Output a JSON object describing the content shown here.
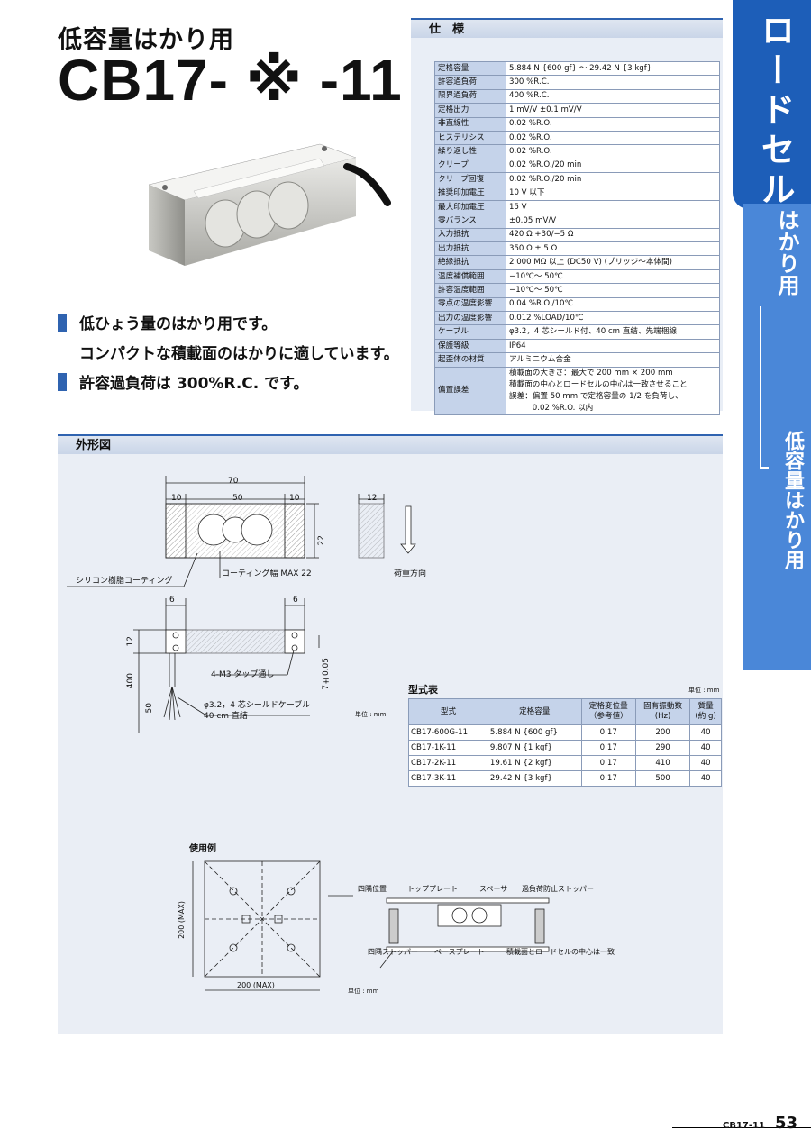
{
  "title": {
    "subtitle": "低容量はかり用",
    "model": "CB17- ※ -11"
  },
  "features": [
    {
      "text": "低ひょう量のはかり用です。",
      "bar": true
    },
    {
      "text": "コンパクトな積載面のはかりに適しています。",
      "bar": false
    },
    {
      "text": "許容過負荷は 300%R.C. です。",
      "bar": true
    }
  ],
  "spec": {
    "heading": "仕　様",
    "rows": [
      [
        "定格容量",
        "5.884 N {600 gf} ～ 29.42 N {3 kgf}"
      ],
      [
        "許容過負荷",
        "300 %R.C."
      ],
      [
        "限界過負荷",
        "400 %R.C."
      ],
      [
        "定格出力",
        "1 mV/V ±0.1 mV/V"
      ],
      [
        "非直線性",
        "0.02 %R.O."
      ],
      [
        "ヒステリシス",
        "0.02 %R.O."
      ],
      [
        "繰り返し性",
        "0.02 %R.O."
      ],
      [
        "クリープ",
        "0.02 %R.O./20 min"
      ],
      [
        "クリープ回復",
        "0.02 %R.O./20 min"
      ],
      [
        "推奨印加電圧",
        "10 V 以下"
      ],
      [
        "最大印加電圧",
        "15 V"
      ],
      [
        "零バランス",
        "±0.05 mV/V"
      ],
      [
        "入力抵抗",
        "420 Ω +30/−5 Ω"
      ],
      [
        "出力抵抗",
        "350 Ω ± 5 Ω"
      ],
      [
        "絶縁抵抗",
        "2 000 MΩ 以上 (DC50 V) (ブリッジ～本体間)"
      ],
      [
        "温度補償範囲",
        "−10℃～ 50℃"
      ],
      [
        "許容温度範囲",
        "−10℃～ 50℃"
      ],
      [
        "零点の温度影響",
        "0.04 %R.O./10℃"
      ],
      [
        "出力の温度影響",
        "0.012 %LOAD/10℃"
      ],
      [
        "ケーブル",
        "φ3.2，4 芯シールド付、40 cm 直結、先端梱線"
      ],
      [
        "保護等級",
        "IP64"
      ],
      [
        "起歪体の材質",
        "アルミニウム合金"
      ],
      [
        "偏置誤差",
        "積載面の大きさ：最大で 200 mm × 200 mm\n積載面の中心とロードセルの中心は一致させること\n誤差：偏置 50 mm で定格容量の 1/2 を負荷し、\n　　　0.02 %R.O. 以内"
      ]
    ]
  },
  "side_tab": {
    "category": "ロードセル",
    "sub1": "はかり用",
    "sub2": "低容量はかり用"
  },
  "outline": {
    "heading": "外形図",
    "dims": {
      "total": "70",
      "left": "10",
      "mid": "50",
      "right": "10",
      "height": "22",
      "side_w": "12",
      "hole_l": "6",
      "hole_r": "6",
      "h12": "12",
      "cable": "400",
      "strip": "50",
      "tol": "7±0.05"
    },
    "labels": {
      "silicone": "シリコン樹脂コーティング",
      "coating": "コーティング幅 MAX 22",
      "load_dir": "荷重方向",
      "tap": "4-M3 タップ通し",
      "cable1": "φ3.2，4 芯シールドケーブル",
      "cable2": "40 cm 直結",
      "unit": "単位 : mm"
    }
  },
  "type_table": {
    "title": "型式表",
    "unit": "単位 : mm",
    "headers": [
      "型式",
      "定格容量",
      "定格変位量\n（参考値）",
      "固有振動数\n(Hz)",
      "質量\n(約 g)"
    ],
    "rows": [
      [
        "CB17-600G-11",
        "5.884 N {600 gf}",
        "0.17",
        "200",
        "40"
      ],
      [
        "CB17-1K-11",
        "9.807 N {1 kgf}",
        "0.17",
        "290",
        "40"
      ],
      [
        "CB17-2K-11",
        "19.61 N {2 kgf}",
        "0.17",
        "410",
        "40"
      ],
      [
        "CB17-3K-11",
        "29.42 N {3 kgf}",
        "0.17",
        "500",
        "40"
      ]
    ]
  },
  "usage": {
    "heading": "使用例",
    "dim_h": "200 (MAX)",
    "dim_w": "200 (MAX)",
    "unit": "単位 : mm",
    "labels": {
      "corner_pos": "四隅位置",
      "top_plate": "トッププレート",
      "spacer": "スペーサ",
      "overload_stopper": "過負荷防止ストッパー",
      "corner_stopper": "四隅ストッパー",
      "base_plate": "ベースプレート",
      "center_align": "積載面とロードセルの中心は一致"
    }
  },
  "footer": {
    "code": "CB17-11",
    "page": "53"
  }
}
